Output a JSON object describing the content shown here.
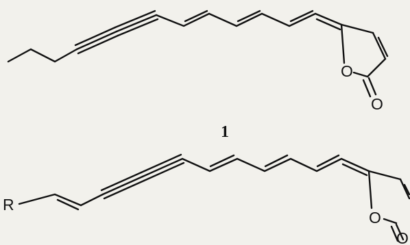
{
  "figure": {
    "compound_number": "1",
    "top_structure": {
      "ring_oxygen": "O",
      "carbonyl_oxygen": "O"
    },
    "bottom_structure": {
      "substituent": "R",
      "ring_oxygen": "O",
      "carbonyl_oxygen": "O"
    }
  },
  "colors": {
    "background": "#f2f1ec",
    "ink": "#111111"
  }
}
